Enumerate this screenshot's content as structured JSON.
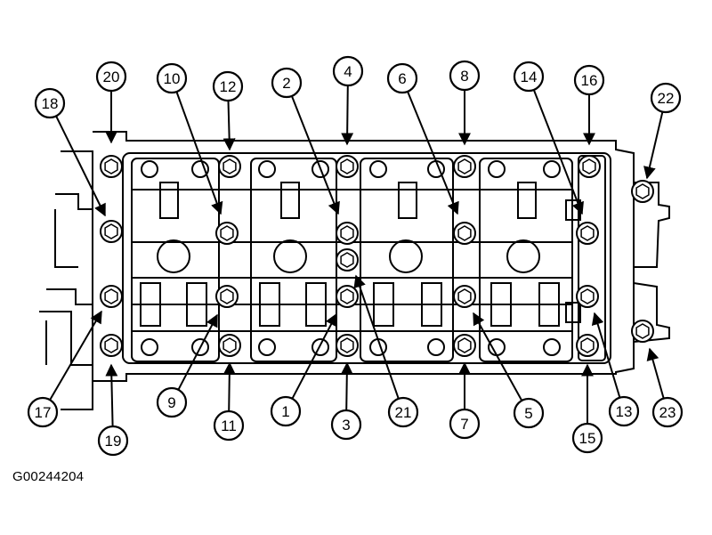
{
  "figure_id": "G00244204",
  "callouts": [
    {
      "label": "20",
      "bolt": "20"
    },
    {
      "label": "10",
      "bolt": "10"
    },
    {
      "label": "12",
      "bolt": "12"
    },
    {
      "label": "2",
      "bolt": "2"
    },
    {
      "label": "4",
      "bolt": "4"
    },
    {
      "label": "6",
      "bolt": "6"
    },
    {
      "label": "8",
      "bolt": "8"
    },
    {
      "label": "14",
      "bolt": "14"
    },
    {
      "label": "16",
      "bolt": "16"
    },
    {
      "label": "22",
      "bolt": "22"
    },
    {
      "label": "18",
      "bolt": "18"
    },
    {
      "label": "17",
      "bolt": "17"
    },
    {
      "label": "9",
      "bolt": "9"
    },
    {
      "label": "11",
      "bolt": "11"
    },
    {
      "label": "1",
      "bolt": "1"
    },
    {
      "label": "3",
      "bolt": "3"
    },
    {
      "label": "21",
      "bolt": "21"
    },
    {
      "label": "7",
      "bolt": "7"
    },
    {
      "label": "5",
      "bolt": "5"
    },
    {
      "label": "13",
      "bolt": "13"
    },
    {
      "label": "23",
      "bolt": "23"
    },
    {
      "label": "19",
      "bolt": "19"
    },
    {
      "label": "15",
      "bolt": "15"
    }
  ]
}
